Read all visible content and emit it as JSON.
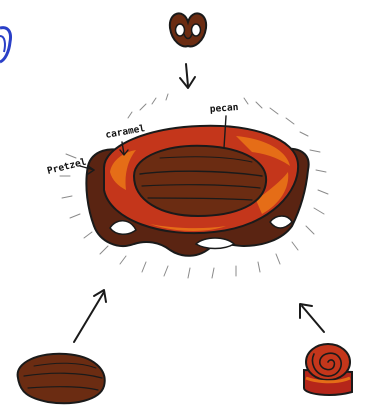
{
  "labels": {
    "pretzel": "Pretzel",
    "caramel": "caramel",
    "pecan": "pecan"
  },
  "colors": {
    "dark_brown": "#5a2412",
    "mid_brown": "#7a3318",
    "red_orange": "#c4361b",
    "orange": "#e56d17",
    "pecan_brown": "#6b2c12",
    "caramel_top": "#b5261a",
    "blue_mark": "#2a3fc7"
  },
  "icons": [
    "pretzel-icon",
    "pecan-icon",
    "caramel-candy-icon",
    "pretzel-pecan-turtle-candy"
  ]
}
